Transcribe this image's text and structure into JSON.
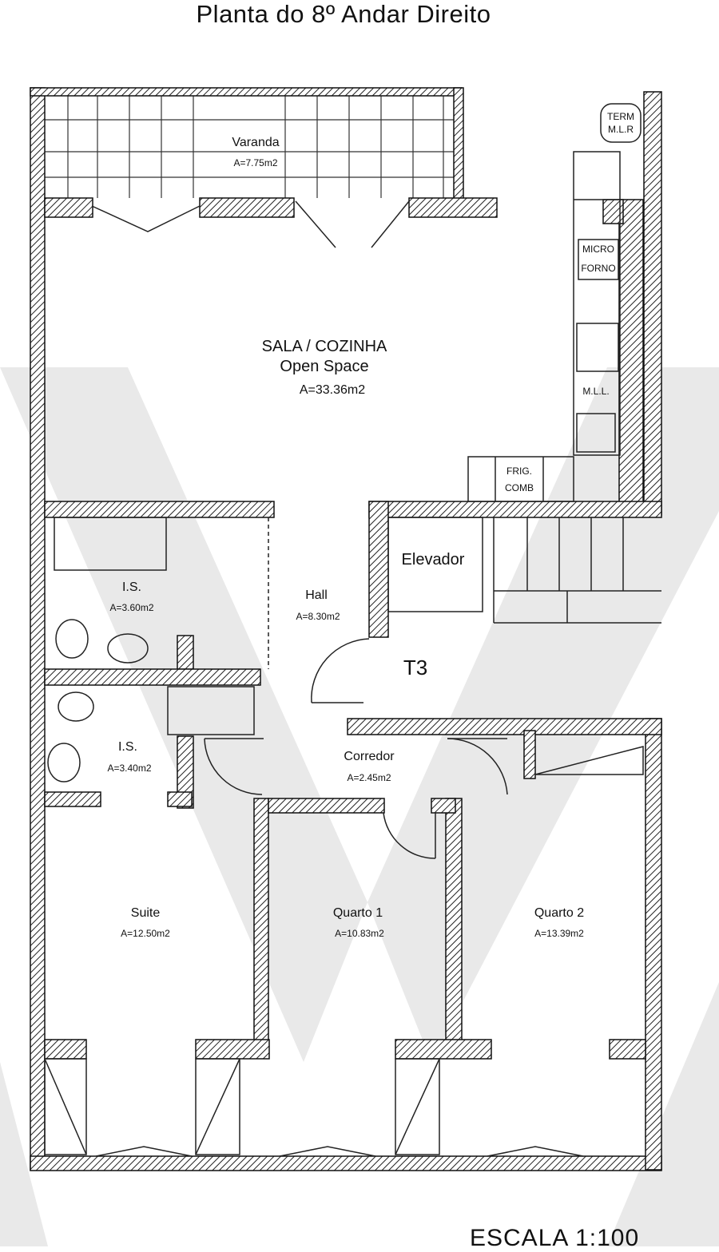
{
  "title": "Planta do 8º Andar Direito",
  "scale": "ESCALA 1:100",
  "unit_label": "T3",
  "rooms": {
    "varanda": {
      "name": "Varanda",
      "area": "A=7.75m2"
    },
    "sala": {
      "name": "SALA / COZINHA",
      "sub": "Open Space",
      "area": "A=33.36m2"
    },
    "is1": {
      "name": "I.S.",
      "area": "A=3.60m2"
    },
    "is2": {
      "name": "I.S.",
      "area": "A=3.40m2"
    },
    "hall": {
      "name": "Hall",
      "area": "A=8.30m2"
    },
    "elevador": {
      "name": "Elevador"
    },
    "corredor": {
      "name": "Corredor",
      "area": "A=2.45m2"
    },
    "suite": {
      "name": "Suite",
      "area": "A=12.50m2"
    },
    "quarto1": {
      "name": "Quarto 1",
      "area": "A=10.83m2"
    },
    "quarto2": {
      "name": "Quarto 2",
      "area": "A=13.39m2"
    }
  },
  "fixtures": {
    "term_1": "TERM",
    "term_2": "M.L.R",
    "micro": "MICRO",
    "forno": "FORNO",
    "mll": "M.L.L.",
    "frig": "FRIG.",
    "comb": "COMB"
  }
}
